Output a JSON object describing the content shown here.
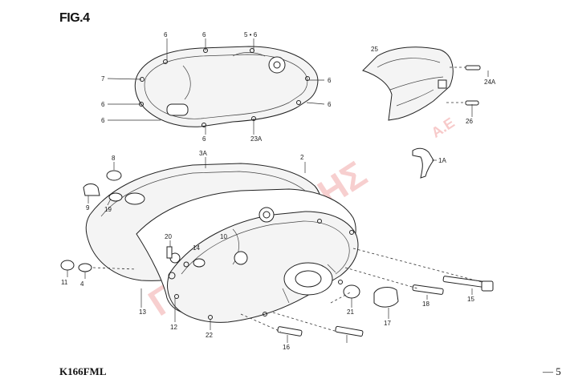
{
  "header": {
    "fig_label": "FIG.4"
  },
  "footer": {
    "model": "K166FML",
    "page": "5"
  },
  "watermark": {
    "text": "ΓΠΟΡΓΚΟΛΗΣ",
    "suffix": "Α.Ε",
    "color": "#f2a8a8"
  },
  "callouts": [
    {
      "id": "c1",
      "text": "6"
    },
    {
      "id": "c2",
      "text": "6"
    },
    {
      "id": "c3",
      "text": "5 • 6"
    },
    {
      "id": "c4",
      "text": "7"
    },
    {
      "id": "c5",
      "text": "6"
    },
    {
      "id": "c6",
      "text": "6"
    },
    {
      "id": "c7",
      "text": "6"
    },
    {
      "id": "c8",
      "text": "6"
    },
    {
      "id": "c9",
      "text": "6"
    },
    {
      "id": "c10",
      "text": "23A"
    },
    {
      "id": "c11",
      "text": "25"
    },
    {
      "id": "c12",
      "text": "24A"
    },
    {
      "id": "c13",
      "text": "26"
    },
    {
      "id": "c14",
      "text": "1A"
    },
    {
      "id": "c15",
      "text": "3A"
    },
    {
      "id": "c16",
      "text": "2"
    },
    {
      "id": "c17",
      "text": "8"
    },
    {
      "id": "c18",
      "text": "9"
    },
    {
      "id": "c19",
      "text": "19"
    },
    {
      "id": "c20",
      "text": "20"
    },
    {
      "id": "c21",
      "text": "14"
    },
    {
      "id": "c22",
      "text": "10"
    },
    {
      "id": "c23",
      "text": "11"
    },
    {
      "id": "c24",
      "text": "4"
    },
    {
      "id": "c25",
      "text": "13"
    },
    {
      "id": "c26",
      "text": "12"
    },
    {
      "id": "c27",
      "text": "22"
    },
    {
      "id": "c28",
      "text": "21"
    },
    {
      "id": "c29",
      "text": "17"
    },
    {
      "id": "c30",
      "text": "18"
    },
    {
      "id": "c31",
      "text": "15"
    },
    {
      "id": "c32",
      "text": "16"
    }
  ]
}
